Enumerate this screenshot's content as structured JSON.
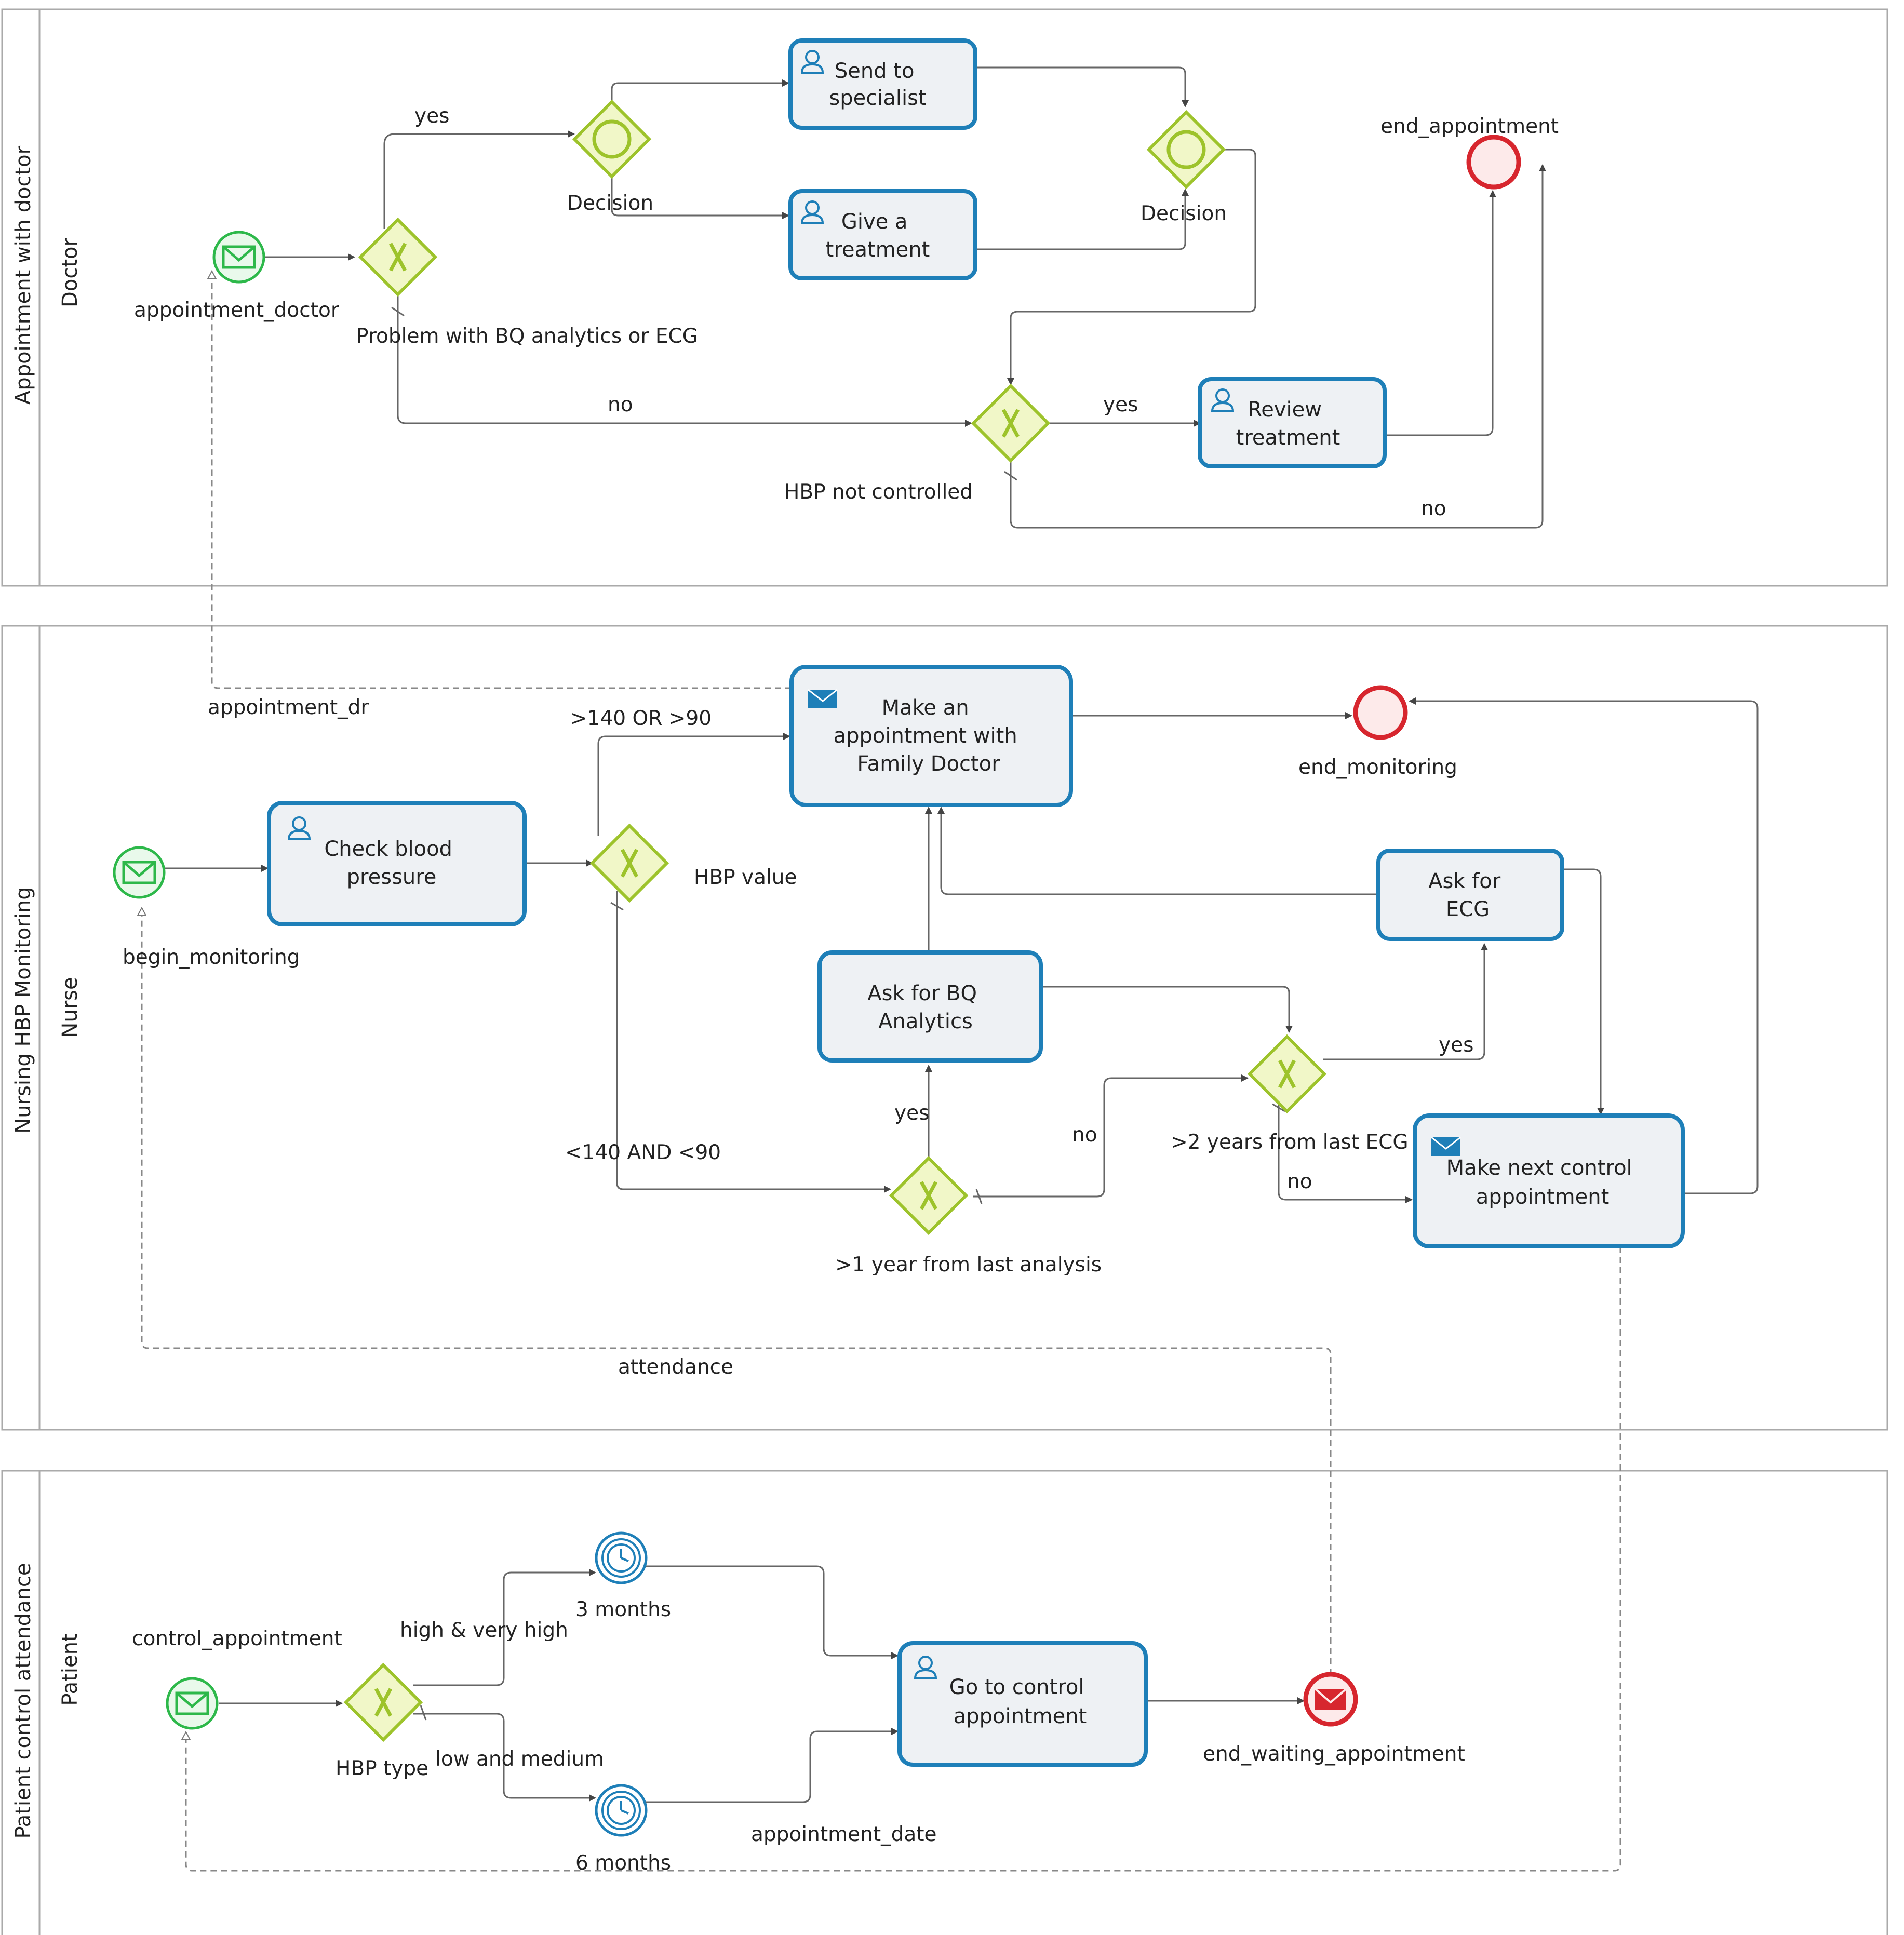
{
  "pools": [
    {
      "id": "p1",
      "name": "Appointment with doctor",
      "lane": "Doctor"
    },
    {
      "id": "p2",
      "name": "Nursing HBP Monitoring",
      "lane": "Nurse"
    },
    {
      "id": "p3",
      "name": "Patient control attendance",
      "lane": "Patient"
    }
  ],
  "tasks": [
    {
      "id": "send_specialist",
      "lines": [
        "Send to",
        "specialist"
      ],
      "marker": "user-icon"
    },
    {
      "id": "give_treatment",
      "lines": [
        "Give a",
        "treatment"
      ],
      "marker": "user-icon"
    },
    {
      "id": "review_treatment",
      "lines": [
        "Review",
        "treatment"
      ],
      "marker": "user-icon"
    },
    {
      "id": "make_appointment",
      "lines": [
        "Make an",
        "appointment with",
        "Family Doctor"
      ],
      "marker": "envelope-icon"
    },
    {
      "id": "check_bp",
      "lines": [
        "Check blood",
        "pressure"
      ],
      "marker": "user-icon"
    },
    {
      "id": "ask_ecg",
      "lines": [
        "Ask for",
        "ECG"
      ],
      "marker": ""
    },
    {
      "id": "ask_bq",
      "lines": [
        "Ask for BQ",
        "Analytics"
      ],
      "marker": ""
    },
    {
      "id": "next_control",
      "lines": [
        "Make next control",
        "appointment"
      ],
      "marker": "envelope-icon"
    },
    {
      "id": "go_control",
      "lines": [
        "Go to control",
        "appointment"
      ],
      "marker": "user-icon"
    }
  ],
  "events": [
    {
      "id": "appointment_doctor",
      "label": "appointment_doctor",
      "kind": "message-start"
    },
    {
      "id": "end_appointment",
      "label": "end_appointment",
      "kind": "end"
    },
    {
      "id": "begin_monitoring",
      "label": "begin_monitoring",
      "kind": "message-start"
    },
    {
      "id": "end_monitoring",
      "label": "end_monitoring",
      "kind": "end"
    },
    {
      "id": "control_appointment",
      "label": "control_appointment",
      "kind": "message-start"
    },
    {
      "id": "timer_3",
      "label": "3 months",
      "kind": "timer"
    },
    {
      "id": "timer_6",
      "label": "6 months",
      "kind": "timer"
    },
    {
      "id": "end_waiting",
      "label": "end_waiting_appointment",
      "kind": "message-end"
    }
  ],
  "gateways": [
    {
      "id": "gw_problem",
      "label": "Problem with BQ analytics or ECG",
      "kind": "exclusive"
    },
    {
      "id": "gw_decision1",
      "label": "Decision",
      "kind": "event-based"
    },
    {
      "id": "gw_decision2",
      "label": "Decision",
      "kind": "event-based"
    },
    {
      "id": "gw_hbp_not",
      "label": "HBP not controlled",
      "kind": "exclusive"
    },
    {
      "id": "gw_hbp_value",
      "label": "HBP value",
      "kind": "exclusive"
    },
    {
      "id": "gw_1year",
      "label": ">1 year from last analysis",
      "kind": "exclusive"
    },
    {
      "id": "gw_2years",
      "label": ">2 years from last ECG",
      "kind": "exclusive"
    },
    {
      "id": "gw_hbp_type",
      "label": "HBP type",
      "kind": "exclusive"
    }
  ],
  "flow_labels": [
    {
      "id": "f_yes1",
      "text": "yes"
    },
    {
      "id": "f_no1",
      "text": "no"
    },
    {
      "id": "f_yes2",
      "text": "yes"
    },
    {
      "id": "f_no2",
      "text": "no"
    },
    {
      "id": "f_gt140",
      "text": ">140 OR >90"
    },
    {
      "id": "f_lt140",
      "text": "<140 AND <90"
    },
    {
      "id": "f_yes3",
      "text": "yes"
    },
    {
      "id": "f_no3",
      "text": "no"
    },
    {
      "id": "f_yes4",
      "text": "yes"
    },
    {
      "id": "f_no4",
      "text": "no"
    },
    {
      "id": "f_high",
      "text": "high & very high"
    },
    {
      "id": "f_low",
      "text": "low and medium"
    }
  ],
  "message_labels": [
    {
      "id": "m_appointment_dr",
      "text": "appointment_dr"
    },
    {
      "id": "m_attendance",
      "text": "attendance"
    },
    {
      "id": "m_appointment_date",
      "text": "appointment_date"
    }
  ],
  "colors": {
    "task_border": "#1e7fb8",
    "task_fill": "#eef1f4",
    "gateway": "#9dc32b",
    "gateway_fill": "#f1f7c8",
    "start": "#2db84a",
    "start_fill": "#e9f9eb",
    "end": "#d7262e",
    "end_fill": "#fdeaea",
    "timer": "#1e7fb8",
    "flow": "#666666",
    "pool_border": "#aaaaaa"
  }
}
